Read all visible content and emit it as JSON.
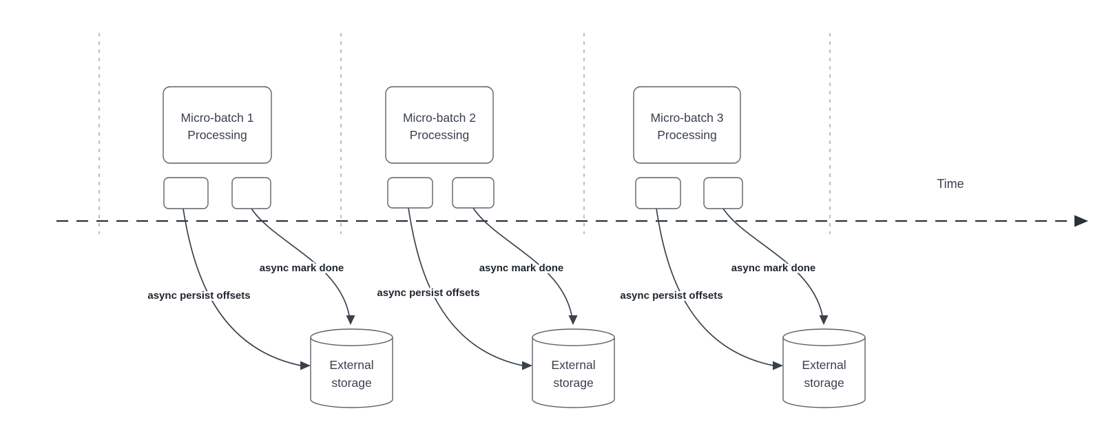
{
  "diagram": {
    "time_label": "Time",
    "groups": [
      {
        "title_lines": [
          "Micro-batch 1",
          "Processing"
        ],
        "persist_label": "async persist offsets",
        "mark_label": "async mark done",
        "storage_lines": [
          "External",
          "storage"
        ]
      },
      {
        "title_lines": [
          "Micro-batch 2",
          "Processing"
        ],
        "persist_label": "async persist offsets",
        "mark_label": "async mark done",
        "storage_lines": [
          "External",
          "storage"
        ]
      },
      {
        "title_lines": [
          "Micro-batch 3",
          "Processing"
        ],
        "persist_label": "async persist offsets",
        "mark_label": "async mark done",
        "storage_lines": [
          "External",
          "storage"
        ]
      }
    ],
    "colors": {
      "shape_stroke": "#5b6269",
      "arrow": "#3a414c",
      "separator": "#a3a7ad",
      "timeline": "#2c3037",
      "text": "#39404d",
      "label_text": "#20262e",
      "background": "#ffffff"
    }
  }
}
